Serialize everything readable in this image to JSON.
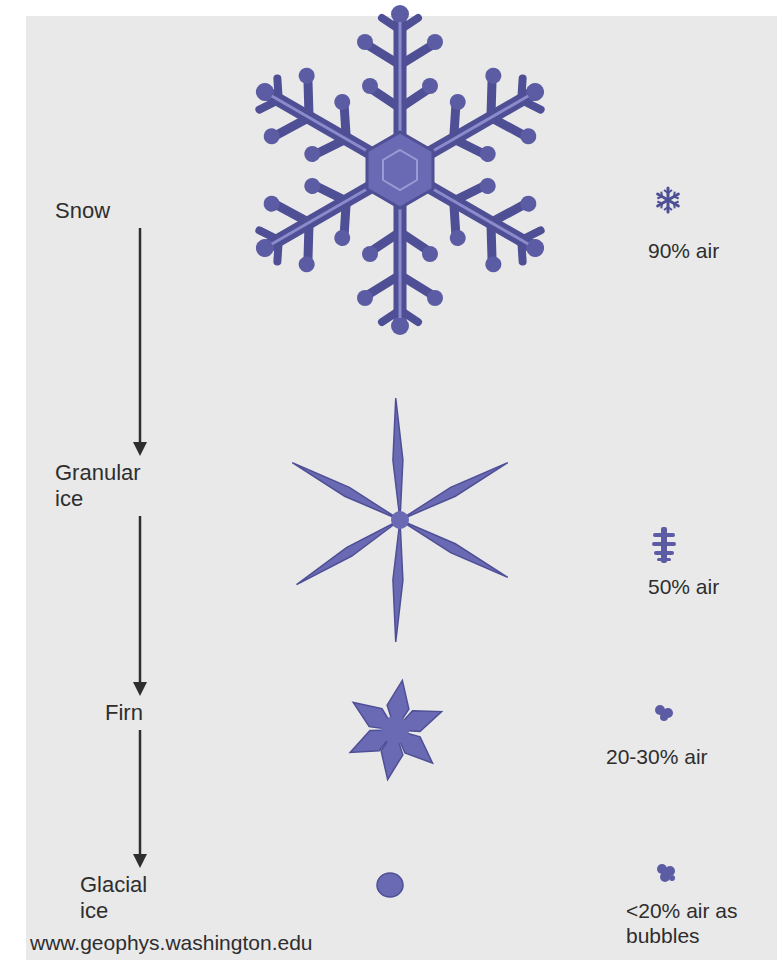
{
  "diagram": {
    "nodes": [
      {
        "text": [
          "Snow"
        ]
      },
      {
        "text": [
          "Granular ice"
        ]
      },
      {
        "text": [
          "Firn"
        ]
      },
      {
        "text": [
          "Glacial ice"
        ]
      }
    ],
    "edges": [
      {
        "from": 0,
        "to": 1,
        "arrow": "to"
      },
      {
        "from": 1,
        "to": 2,
        "arrow": "to"
      },
      {
        "from": 2,
        "to": 3,
        "arrow": "to"
      }
    ],
    "labels": [
      "90% air",
      "50% air",
      "20-30% air",
      "<20% air as bubbles",
      "www.geophys.washington.edu"
    ]
  }
}
